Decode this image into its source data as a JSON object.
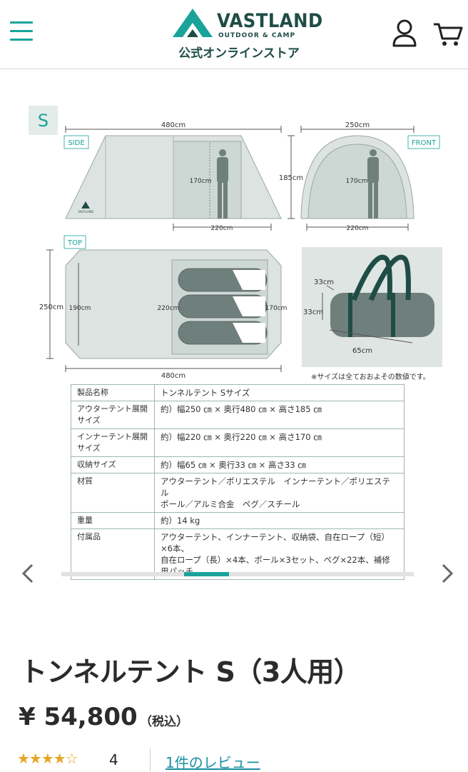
{
  "header": {
    "brand": "VASTLAND",
    "brand_sub": "OUTDOOR & CAMP",
    "store_label": "公式オンラインストア",
    "accent": "#1aa39a",
    "dark": "#1f4d45"
  },
  "gallery": {
    "size_badge": "S",
    "views": {
      "side": "SIDE",
      "front": "FRONT",
      "top": "TOP"
    },
    "dims": {
      "side_length": "480cm",
      "side_height": "185cm",
      "side_inner_height": "170cm",
      "side_inner_length": "220cm",
      "front_width": "250cm",
      "front_inner_height": "170cm",
      "front_inner_width": "220cm",
      "top_width": "250cm",
      "top_inner_width": "190cm",
      "top_inner_length": "220cm",
      "top_inner_width2": "170cm",
      "top_length": "480cm",
      "bag_depth": "33cm",
      "bag_height": "33cm",
      "bag_length": "65cm"
    },
    "tent_logo": "VASTLAND",
    "note": "※サイズは全ておおよその数値です。",
    "spec_rows": [
      {
        "key": "製品名称",
        "value": "トンネルテント Sサイズ"
      },
      {
        "key": "アウターテント展開サイズ",
        "value": "約）幅250 ㎝ × 奥行480 ㎝ × 高さ185 ㎝"
      },
      {
        "key": "インナーテント展開サイズ",
        "value": "約）幅220 ㎝ × 奥行220 ㎝ × 高さ170 ㎝"
      },
      {
        "key": "収納サイズ",
        "value": "約）幅65 ㎝ × 奥行33 ㎝ × 高さ33 ㎝"
      },
      {
        "key": "材質",
        "value": "アウターテント／ポリエステル　インナーテント／ポリエステル\nポール／アルミ合金　ペグ／スチール"
      },
      {
        "key": "重量",
        "value": "約）14 kg"
      },
      {
        "key": "付属品",
        "value": "アウターテント、インナーテント、収納袋、自在ロープ（短）×6本、\n自在ロープ（長）×4本、ポール×3セット、ペグ×22本、補修用パッチ"
      }
    ]
  },
  "slider": {
    "position": 0.4
  },
  "product": {
    "title": "トンネルテント S（3人用）",
    "price": "¥ 54,800",
    "tax_label": "（税込）",
    "stars": "★★★★☆",
    "rating": 4,
    "reviews_link": "1件のレビュー"
  }
}
